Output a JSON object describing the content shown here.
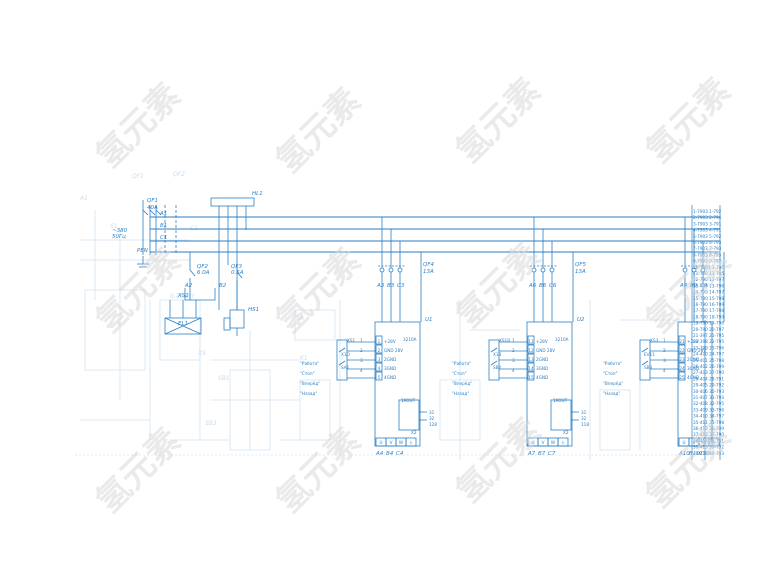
{
  "watermark": {
    "text": "氢元素"
  },
  "colors": {
    "line": "#2b7fc4",
    "ghost": "#c9ddef",
    "watermark": "#d9d9d9"
  },
  "left": {
    "breaker_main": [
      "QF1",
      "40A"
    ],
    "supply": [
      "~380",
      "50Гц"
    ],
    "phases": [
      "A1",
      "B1",
      "C1"
    ],
    "neutral": "PEN",
    "qf2": [
      "QF2",
      "6.0A"
    ],
    "qf3": [
      "QF3",
      "0.5A"
    ],
    "hl1": "HL1",
    "xs1": "XS1",
    "el1": "EL1",
    "hs": "HS1",
    "a2": "A2",
    "b2": "B2",
    "ghost": [
      "A1",
      "QF1",
      "QF2",
      "S1",
      "C1",
      "0,25кВт",
      "XS",
      "SB1",
      "SA",
      "K1",
      "SB3"
    ]
  },
  "units": [
    {
      "qf": [
        "QF4",
        "13A"
      ],
      "inputs": [
        "A3",
        "B3",
        "C3"
      ],
      "unit": "U1",
      "drive": "3210A",
      "xt": "X1O",
      "xs": "XS1",
      "sa": "SA1",
      "pins": [
        "+28V",
        "GND 28V",
        "2GND",
        "3GND",
        "4GND"
      ],
      "pin_nums": [
        "1",
        "2",
        "3",
        "4",
        "5"
      ],
      "ext_nums": [
        "1",
        "2",
        "3",
        "4"
      ],
      "cmds": [
        "\"Работа\"",
        "\"Стоп\"",
        "\"Вперёд\"",
        "\"Назад\""
      ],
      "out": "1XOUT",
      "outs": [
        "31",
        "32",
        "128"
      ],
      "terms": [
        "U",
        "V",
        "W",
        "⏚"
      ],
      "bus_label": "X2",
      "outputs": [
        "A4",
        "B4",
        "C4"
      ]
    },
    {
      "qf": [
        "QF5",
        "13A"
      ],
      "inputs": [
        "A6",
        "B6",
        "C6"
      ],
      "unit": "U2",
      "drive": "3210A",
      "xt": "X1B",
      "xs": "XS1B",
      "sa": "SB2",
      "pins": [
        "+28V",
        "GND 28V",
        "2GND",
        "3GND",
        "4GND"
      ],
      "pin_nums": [
        "11",
        "12",
        "13",
        "14",
        "15"
      ],
      "ext_nums": [
        "1",
        "2",
        "3",
        "4"
      ],
      "cmds": [
        "\"Работа\"",
        "\"Стоп\"",
        "\"Вперёд\"",
        "\"Назад\""
      ],
      "out": "1XOUT",
      "outs": [
        "31",
        "32",
        "118"
      ],
      "terms": [
        "U",
        "V",
        "W",
        "⏚"
      ],
      "bus_label": "X2",
      "outputs": [
        "A7",
        "B7",
        "C7"
      ]
    },
    {
      "qf": [],
      "inputs": [
        "A9",
        "B9",
        "C9"
      ],
      "unit": "",
      "drive": "",
      "xt": "EV11",
      "xs": "XS3",
      "sa": "SB3",
      "pins": [
        "+28V",
        "GND 28V",
        "2GND",
        "3GND",
        "4GND"
      ],
      "pin_nums": [
        "21",
        "22",
        "23",
        "24",
        "25"
      ],
      "ext_nums": [
        "1",
        "2",
        "3",
        "4"
      ],
      "cmds": [
        "\"Работа\"",
        "\"Стоп\"",
        "\"Вперёд\"",
        "\"Назад\""
      ],
      "out": "",
      "outs": [],
      "terms": [
        "U",
        "V",
        "W",
        "⏚"
      ],
      "bus_label": "",
      "outputs": [
        "A10",
        "B10",
        "C10"
      ]
    }
  ],
  "table_rows": [
    "1-7903 1-792",
    "2-7903 2-794",
    "3-7903 3-791",
    "4-7903 4-791",
    "5-7903 5-792",
    "6-7903 6-793",
    "7-7903 7-793",
    "8-7903 8-795",
    "9-7903 9-792",
    "10-7903 1-796",
    "11-790 11-795",
    "12-790 12-797",
    "13-790 13-796",
    "14-790 14-797",
    "15-790 15-798",
    "16-790 16-799",
    "17-790 17-798",
    "18-790 18-799",
    "19-790 19-796",
    "20-790 20-797",
    "21-397 21-795",
    "22-398 22-795",
    "23-399 23-796",
    "24-400 24-797",
    "25-401 25-798",
    "26-402 26-799",
    "27-403 27-790",
    "28-404 28-791",
    "29-405 29-792",
    "30-406 30-793",
    "31-407 31-794",
    "32-408 32-795",
    "33-409 33-796",
    "34-410 34-797",
    "35-411 35-798",
    "36-412 36-799",
    "37-413 37-790",
    "38-414 38-791",
    "39-415 39-792",
    "40-416 40-793"
  ]
}
